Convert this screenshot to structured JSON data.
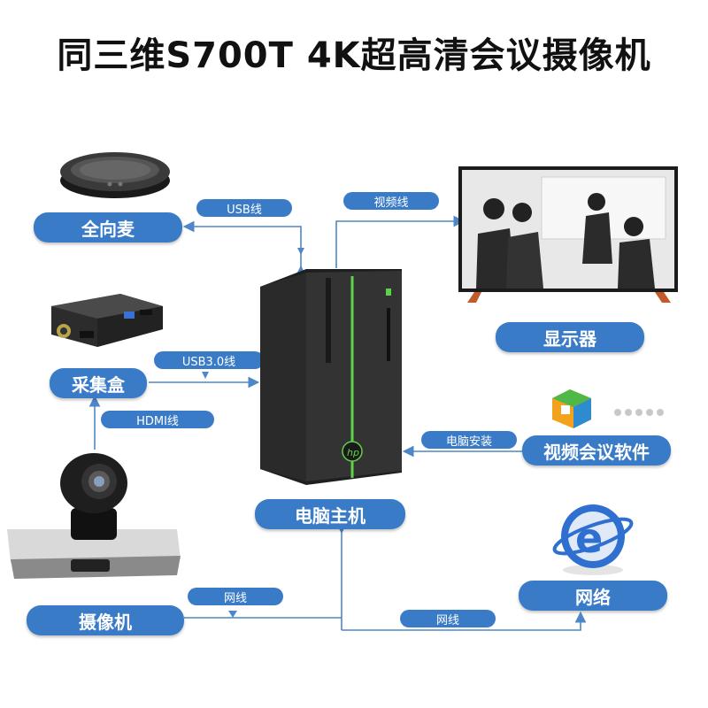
{
  "title": "同三维S700T 4K超高清会议摄像机",
  "nodes": {
    "microphone": "全向麦",
    "capture_box": "采集盒",
    "camera": "摄像机",
    "pc_host": "电脑主机",
    "display": "显示器",
    "vc_software": "视频会议软件",
    "network": "网络"
  },
  "links": {
    "usb": "USB线",
    "usb3": "USB3.0线",
    "hdmi": "HDMI线",
    "video": "视频线",
    "pc_install": "电脑安装",
    "net_camera": "网线",
    "net_pc": "网线"
  },
  "colors": {
    "node_fill": "#3a7bc8",
    "line": "#4d87c7",
    "pc_accent": "#5fd14a"
  },
  "icons": [
    "speakerphone-icon",
    "capture-box-icon",
    "ptz-camera-icon",
    "pc-tower-icon",
    "monitor-icon",
    "software-logo-icon",
    "network-globe-icon"
  ]
}
